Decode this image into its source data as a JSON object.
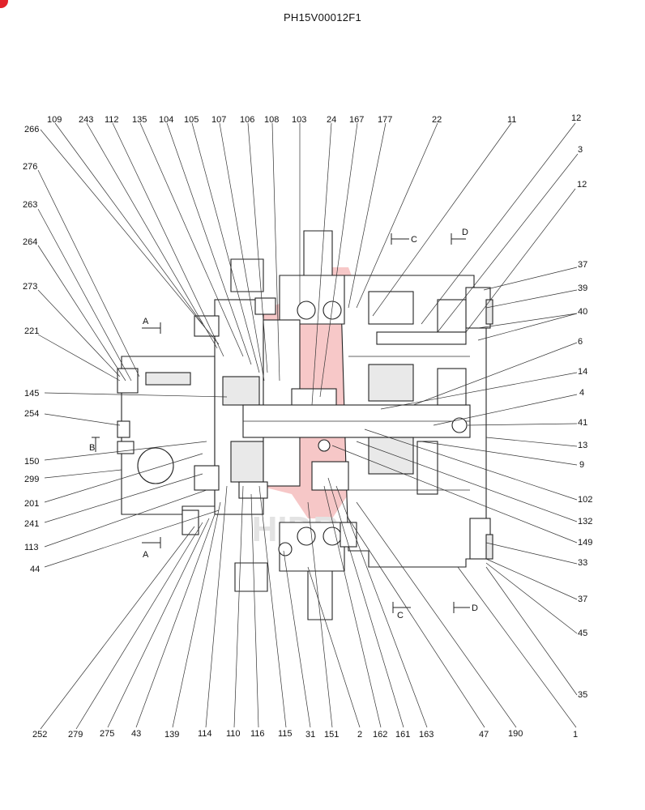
{
  "document_code": "PH15V00012F1",
  "watermark_text": "HIDRAX",
  "colors": {
    "watermark": "#e23b3b",
    "brand_mark": "#e2232b"
  },
  "section_marks": {
    "a": "A",
    "b": "B",
    "c": "C",
    "d": "D"
  },
  "callouts": {
    "p266": "266",
    "p109": "109",
    "p243": "243",
    "p112": "112",
    "p135": "135",
    "p104": "104",
    "p105": "105",
    "p107": "107",
    "p106": "106",
    "p108": "108",
    "p103": "103",
    "p24": "24",
    "p167": "167",
    "p177": "177",
    "p22": "22",
    "p11": "11",
    "p12a": "12",
    "p3": "3",
    "p12b": "12",
    "p276": "276",
    "p263": "263",
    "p264": "264",
    "p273": "273",
    "p221": "221",
    "p145": "145",
    "p254": "254",
    "p150": "150",
    "p299": "299",
    "p201": "201",
    "p241": "241",
    "p113": "113",
    "p44": "44",
    "p37a": "37",
    "p39": "39",
    "p40": "40",
    "p6": "6",
    "p14": "14",
    "p4": "4",
    "p41": "41",
    "p13": "13",
    "p9": "9",
    "p102": "102",
    "p132": "132",
    "p149": "149",
    "p33": "33",
    "p37b": "37",
    "p45": "45",
    "p35": "35",
    "p252": "252",
    "p279": "279",
    "p275": "275",
    "p43": "43",
    "p139": "139",
    "p114": "114",
    "p110": "110",
    "p116": "116",
    "p115": "115",
    "p31": "31",
    "p151": "151",
    "p2": "2",
    "p162": "162",
    "p161": "161",
    "p163": "163",
    "p47": "47",
    "p190": "190",
    "p1": "1"
  }
}
